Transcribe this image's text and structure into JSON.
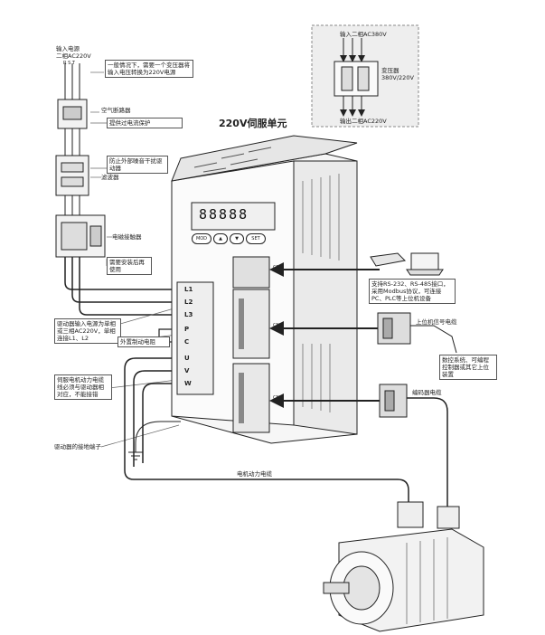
{
  "title": "220V伺服单元",
  "power_input": {
    "title": "输入电源",
    "spec": "二相AC220V",
    "terminals": "R S T"
  },
  "notes": {
    "transformer_note": "一般情况下，需要一个变压器将输入电压转换为220V电源",
    "breaker": "空气断路器",
    "breaker_note": "提供过电流保护",
    "filter": "滤波器",
    "filter_note": "防止外部噪音干扰驱动器",
    "contactor": "电磁接触器",
    "contactor_note": "需要安装后再使用",
    "driver_input_note": "驱动器输入电源为单相或三相AC220V，单相连接L1、L2",
    "brake_resistor": "外置制动电阻",
    "motor_power_note": "伺服电机动力电缆线必须与驱动器相对应，不能接错",
    "ground_note": "驱动器的接地端子",
    "motor_cable": "电机动力电缆",
    "encoder_cable": "编码器电缆",
    "signal_cable": "上位机信号电缆",
    "comm_note": "支持RS-232、RS-485接口，采用Modbus协议，可连接PC、PLC等上位机设备",
    "controller_note": "数控系统、可编程控制器或其它上位装置"
  },
  "transformer_box": {
    "input": "输入二相AC380V",
    "device": "变压器",
    "ratio": "380V/220V",
    "output": "输出二相AC220V"
  },
  "front_panel": {
    "display": "88888",
    "buttons": [
      "MOD",
      "▲",
      "▼",
      "SET"
    ]
  },
  "terminal_labels": [
    "L1",
    "L2",
    "L3",
    "P",
    "C",
    "U",
    "V",
    "W"
  ],
  "connector_labels": [
    "CN1",
    "CN2",
    "CN3"
  ],
  "colors": {
    "line": "#222222",
    "panel": "#f4f4f4",
    "shadow": "#d8d8d8"
  }
}
